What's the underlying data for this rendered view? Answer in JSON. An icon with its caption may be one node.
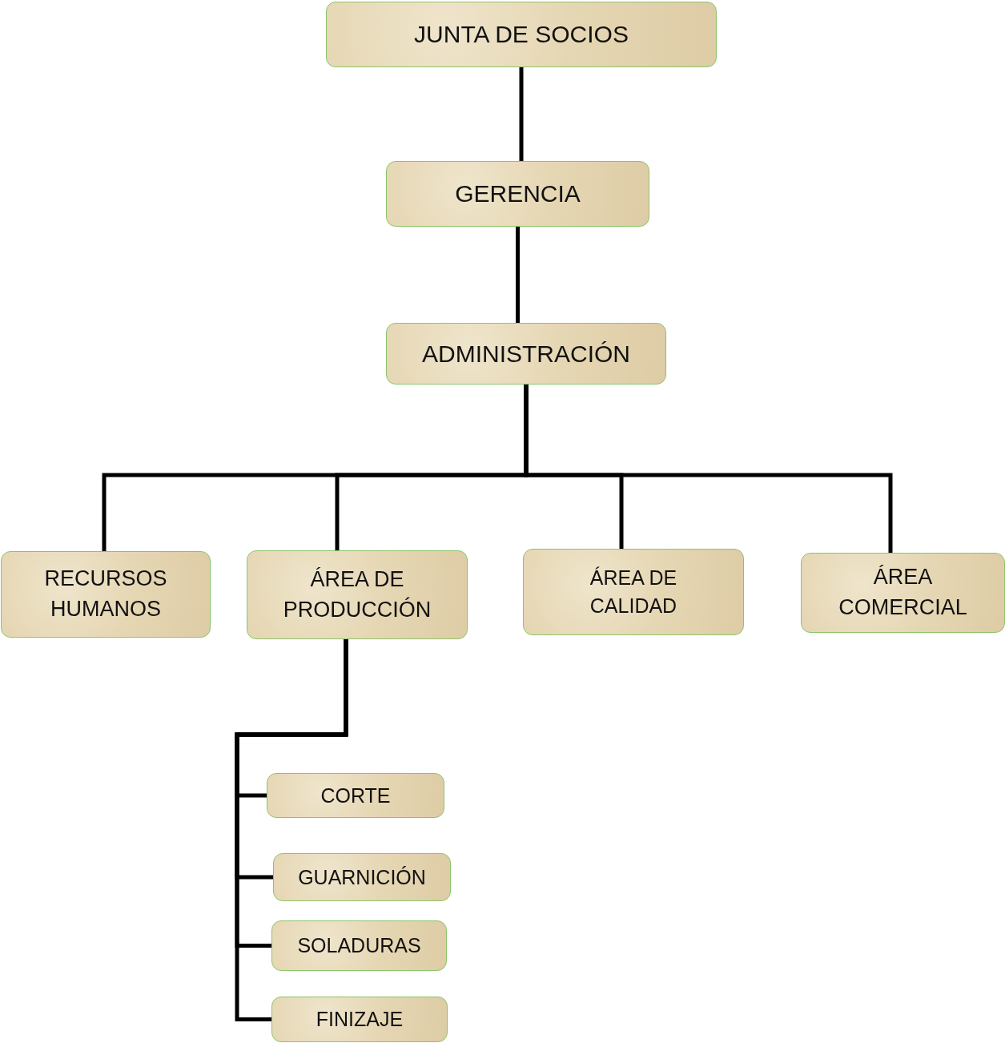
{
  "diagram": {
    "nodes": [
      {
        "text": [
          "JUNTA DE SOCIOS"
        ]
      },
      {
        "text": [
          "GERENCIA"
        ]
      },
      {
        "text": [
          "ADMINISTRACIÓN"
        ]
      },
      {
        "text": [
          "RECURSOS HUMANOS"
        ]
      },
      {
        "text": [
          "ÁREA DE PRODUCCIÓN"
        ]
      },
      {
        "text": [
          "ÁREA DE CALIDAD"
        ]
      },
      {
        "text": [
          "ÁREA COMERCIAL"
        ]
      },
      {
        "text": [
          "CORTE"
        ]
      },
      {
        "text": [
          "GUARNICIÓN"
        ]
      },
      {
        "text": [
          "SOLADURAS"
        ]
      },
      {
        "text": [
          "FINIZAJE"
        ]
      }
    ],
    "edges": [
      {
        "from": 0,
        "to": 1,
        "arrow": "none"
      },
      {
        "from": 1,
        "to": 2,
        "arrow": "none"
      },
      {
        "from": 2,
        "to": 3,
        "arrow": "none"
      },
      {
        "from": 2,
        "to": 4,
        "arrow": "none"
      },
      {
        "from": 2,
        "to": 5,
        "arrow": "none"
      },
      {
        "from": 2,
        "to": 6,
        "arrow": "none"
      },
      {
        "from": 4,
        "to": 7,
        "arrow": "none"
      },
      {
        "from": 4,
        "to": 8,
        "arrow": "none"
      },
      {
        "from": 4,
        "to": 9,
        "arrow": "none"
      },
      {
        "from": 4,
        "to": 10,
        "arrow": "none"
      }
    ]
  }
}
